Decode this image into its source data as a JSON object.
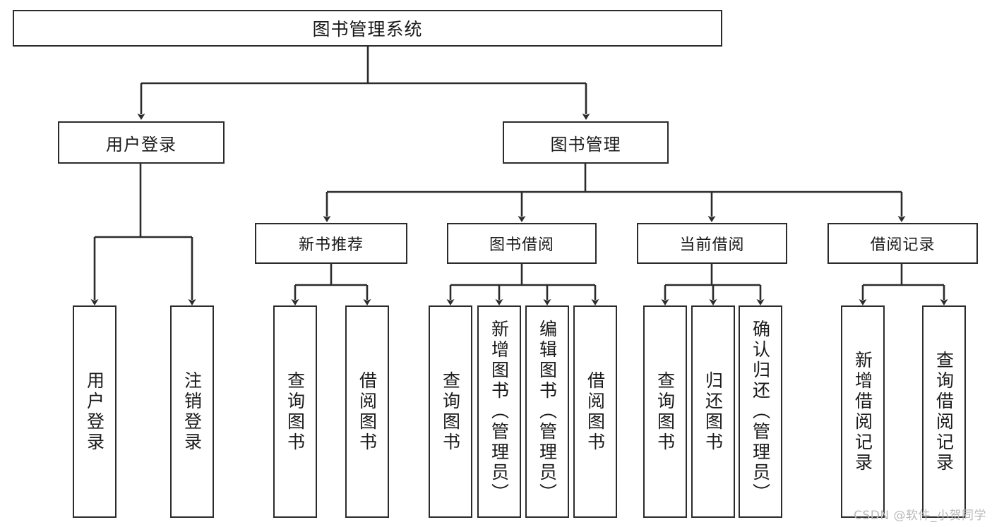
{
  "diagram": {
    "title": "图书管理系统",
    "type": "tree-hierarchy-chart",
    "colors": {
      "box_border": "#2b2b2b",
      "box_fill": "#ffffff",
      "connector": "#2b2b2b",
      "text": "#1a1a1a",
      "watermark": "#b9b9b9",
      "background": "#ffffff"
    },
    "root": {
      "label": "图书管理系统"
    },
    "branches": [
      {
        "id": "user-login",
        "label": "用户登录"
      },
      {
        "id": "book-management",
        "label": "图书管理"
      }
    ],
    "subbranches": [
      {
        "id": "new-book-recommend",
        "label": "新书推荐"
      },
      {
        "id": "book-borrow",
        "label": "图书借阅"
      },
      {
        "id": "current-borrow",
        "label": "当前借阅"
      },
      {
        "id": "borrow-record",
        "label": "借阅记录"
      }
    ],
    "leaves": {
      "user_login": [
        {
          "id": "leaf-user-login",
          "label": "用户登录"
        },
        {
          "id": "leaf-logout",
          "label": "注销登录"
        }
      ],
      "new_book_recommend": [
        {
          "id": "leaf-query-book-1",
          "label": "查询图书"
        },
        {
          "id": "leaf-borrow-book-1",
          "label": "借阅图书"
        }
      ],
      "book_borrow": [
        {
          "id": "leaf-query-book-2",
          "label": "查询图书"
        },
        {
          "id": "leaf-add-book",
          "label": "新增图书（管理员）"
        },
        {
          "id": "leaf-edit-book",
          "label": "编辑图书（管理员）"
        },
        {
          "id": "leaf-borrow-book-2",
          "label": "借阅图书"
        }
      ],
      "current_borrow": [
        {
          "id": "leaf-query-book-3",
          "label": "查询图书"
        },
        {
          "id": "leaf-return-book",
          "label": "归还图书"
        },
        {
          "id": "leaf-confirm-return",
          "label": "确认归还（管理员）"
        }
      ],
      "borrow_record": [
        {
          "id": "leaf-add-record",
          "label": "新增借阅记录"
        },
        {
          "id": "leaf-query-record",
          "label": "查询借阅记录"
        }
      ]
    },
    "watermark": "CSDN @软件_小贺同学"
  }
}
